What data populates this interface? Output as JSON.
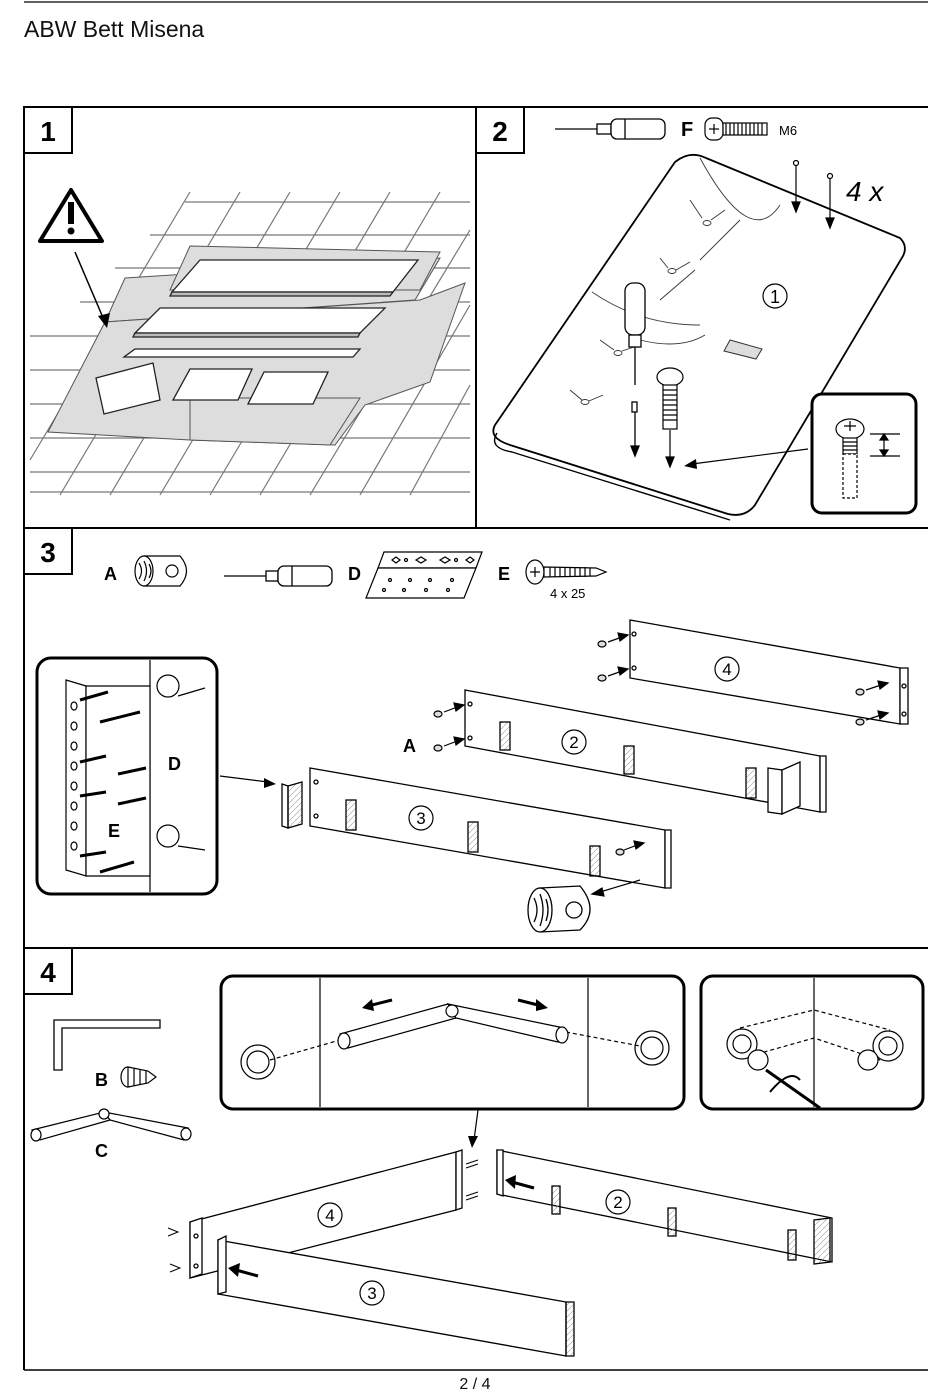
{
  "document": {
    "title": "ABW Bett Misena",
    "page": "2 / 4"
  },
  "steps": [
    {
      "number": "1"
    },
    {
      "number": "2",
      "part_label": "F",
      "screw_spec": "M6",
      "quantity": "4 x",
      "circled_part": "1"
    },
    {
      "number": "3",
      "part_a": "A",
      "part_d": "D",
      "part_e": "E",
      "screw_spec": "4 x 25",
      "inset_label_d": "D",
      "inset_label_e": "E",
      "callout_a": "A",
      "panels": [
        "4",
        "2",
        "3"
      ]
    },
    {
      "number": "4",
      "part_b": "B",
      "part_c": "C",
      "panels": [
        "4",
        "2",
        "3"
      ]
    }
  ]
}
